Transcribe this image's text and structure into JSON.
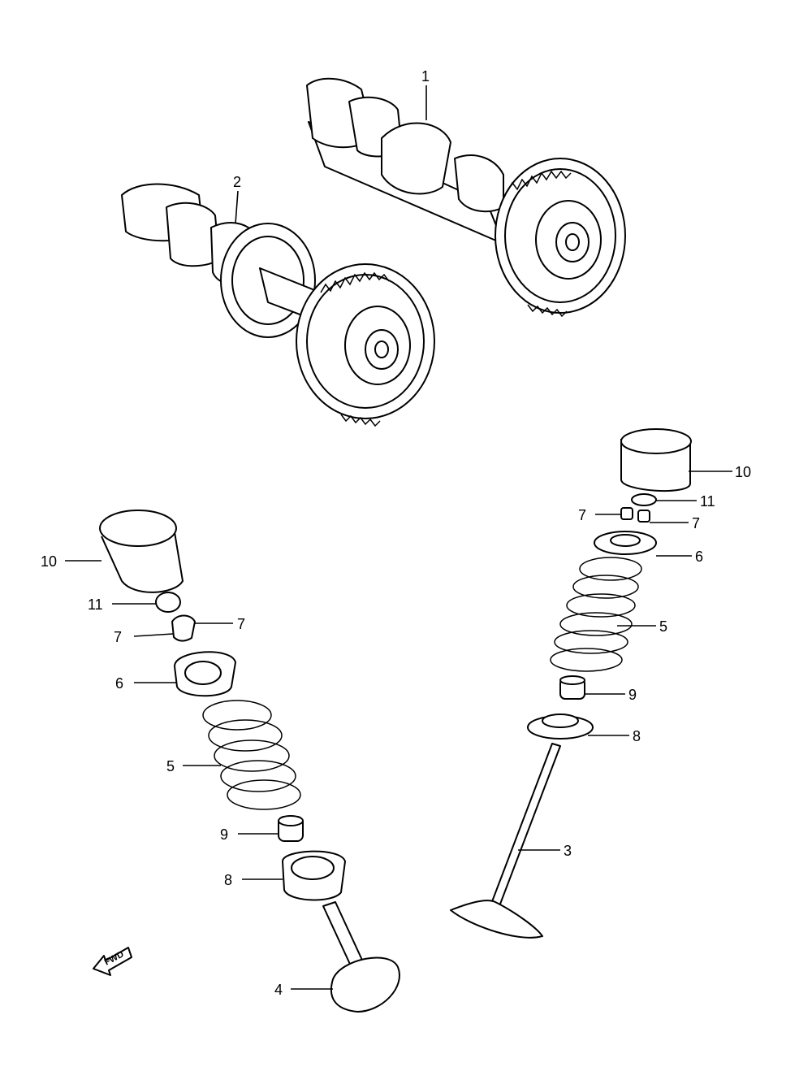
{
  "callouts": {
    "c1": "1",
    "c2": "2",
    "c3": "3",
    "c4": "4",
    "c5_left": "5",
    "c5_right": "5",
    "c6_left": "6",
    "c6_right": "6",
    "c7_left_a": "7",
    "c7_left_b": "7",
    "c7_right_a": "7",
    "c7_right_b": "7",
    "c8_left": "8",
    "c8_right": "8",
    "c9_left": "9",
    "c9_right": "9",
    "c10_left": "10",
    "c10_right": "10",
    "c11_left": "11",
    "c11_right": "11"
  },
  "direction_marker": {
    "label": "FWD",
    "icon": "forward-arrow-icon"
  },
  "colors": {
    "line": "#000000",
    "background": "#ffffff"
  }
}
